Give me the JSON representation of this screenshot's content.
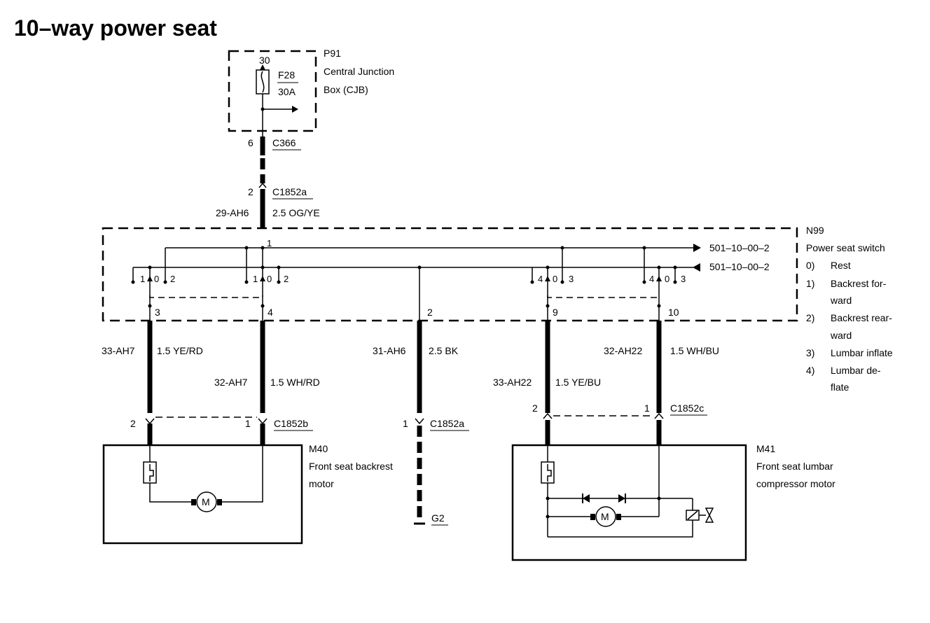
{
  "title": "10–way power seat",
  "cjb": {
    "ref": "P91",
    "name_line1": "Central Junction",
    "name_line2": "Box (CJB)",
    "pin": "30",
    "fuse": "F28",
    "fuse_rating": "30A"
  },
  "connectors": {
    "c366_pin": "6",
    "c366": "C366",
    "c1852a_top_pin": "2",
    "c1852a_top": "C1852a",
    "c1852a_bottom_pin": "1",
    "c1852a_bottom": "C1852a",
    "c1852b_left_pin": "2",
    "c1852b_right_pin": "1",
    "c1852b": "C1852b",
    "c1852c_left_pin": "2",
    "c1852c_right_pin": "1",
    "c1852c": "C1852c"
  },
  "wires": {
    "feed": {
      "circuit": "29-AH6",
      "spec": "2.5 OG/YE"
    },
    "w33ah7": {
      "circuit": "33-AH7",
      "spec": "1.5 YE/RD"
    },
    "w32ah7": {
      "circuit": "32-AH7",
      "spec": "1.5 WH/RD"
    },
    "w31ah6": {
      "circuit": "31-AH6",
      "spec": "2.5 BK"
    },
    "w33ah22": {
      "circuit": "33-AH22",
      "spec": "1.5 YE/BU"
    },
    "w32ah22": {
      "circuit": "32-AH22",
      "spec": "1.5 WH/BU"
    }
  },
  "switch": {
    "ref": "N99",
    "name": "Power seat switch",
    "ref_out_top": "501–10–00–2",
    "ref_out_bottom": "501–10–00–2",
    "pin_feed": "1",
    "pins": {
      "p3": "3",
      "p4": "4",
      "p2": "2",
      "p9": "9",
      "p10": "10"
    },
    "contacts": {
      "g1": [
        "1",
        "0",
        "2"
      ],
      "g2": [
        "1",
        "0",
        "2"
      ],
      "g3": [
        "4",
        "0",
        "3"
      ],
      "g4": [
        "4",
        "0",
        "3"
      ]
    },
    "legend": [
      {
        "num": "0)",
        "lines": [
          "Rest"
        ]
      },
      {
        "num": "1)",
        "lines": [
          "Backrest for-",
          "ward"
        ]
      },
      {
        "num": "2)",
        "lines": [
          "Backrest rear-",
          "ward"
        ]
      },
      {
        "num": "3)",
        "lines": [
          "Lumbar inflate"
        ]
      },
      {
        "num": "4)",
        "lines": [
          "Lumbar de-",
          "flate"
        ]
      }
    ]
  },
  "m40": {
    "ref": "M40",
    "line1": "Front seat backrest",
    "line2": "motor",
    "motor_label": "M"
  },
  "m41": {
    "ref": "M41",
    "line1": "Front seat lumbar",
    "line2": "compressor motor",
    "motor_label": "M"
  },
  "ground": {
    "ref": "G2"
  }
}
